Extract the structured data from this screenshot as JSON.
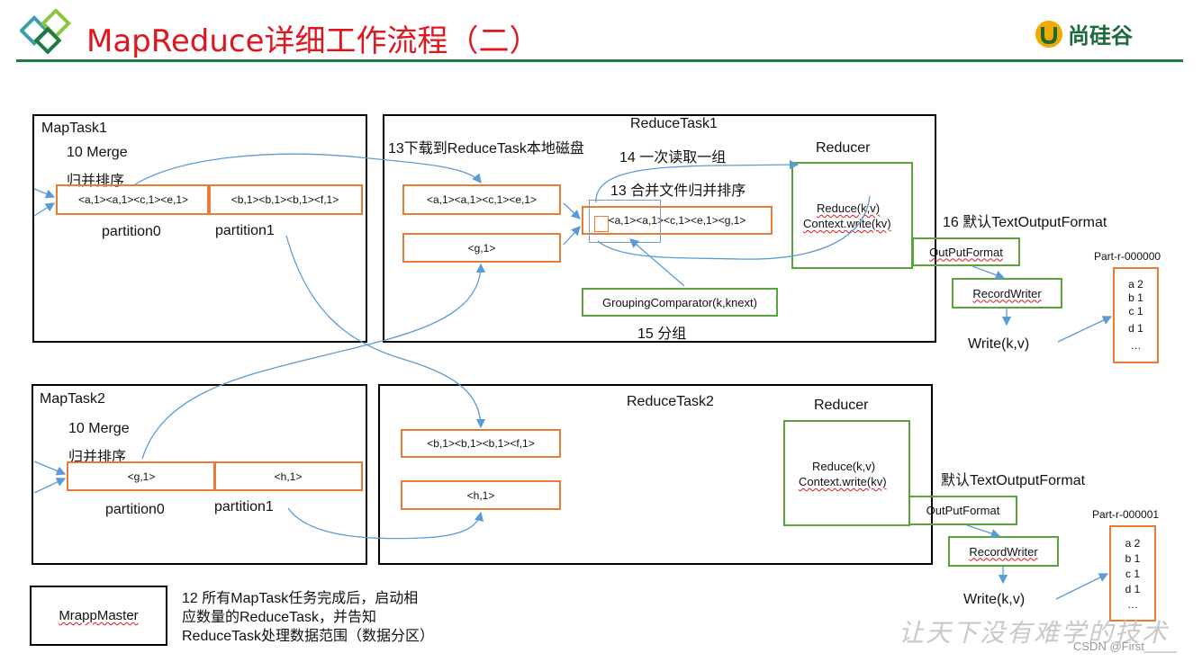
{
  "header": {
    "title": "MapReduce详细工作流程（二）",
    "brand": "尚硅谷",
    "accent_color": "#e0161d",
    "bar_color": "#1f7a45"
  },
  "maptask1": {
    "title": "MapTask1",
    "merge": "10 Merge",
    "sort": "归并排序",
    "part0_data": "<a,1><a,1><c,1><e,1>",
    "part1_data": "<b,1><b,1><b,1><f,1>",
    "part0_label": "partition0",
    "part1_label": "partition1"
  },
  "maptask2": {
    "title": "MapTask2",
    "merge": "10 Merge",
    "sort": "归并排序",
    "part0_data": "<g,1>",
    "part1_data": "<h,1>",
    "part0_label": "partition0",
    "part1_label": "partition1"
  },
  "reducetask1": {
    "title": "ReduceTask1",
    "download": "13下载到ReduceTask本地磁盘",
    "read_group": "14 一次读取一组",
    "merge_sort": "13 合并文件归并排序",
    "box1": "<a,1><a,1><c,1><e,1>",
    "box2": "<g,1>",
    "merged": "<a,1><a,1><c,1><e,1><g,1>",
    "grouping": "GroupingComparator(k,knext)",
    "group_label": "15 分组",
    "reducer_title": "Reducer",
    "reduce_call": "Reduce(k,v)",
    "context_write": "Context.write(kv)",
    "output_default": "16 默认TextOutputFormat",
    "output_format": "OutPutFormat",
    "record_writer": "RecordWriter",
    "write": "Write(k,v)",
    "file_name": "Part-r-000000",
    "file_lines": [
      "a 2",
      "b 1",
      "c 1",
      "d 1",
      "…"
    ]
  },
  "reducetask2": {
    "title": "ReduceTask2",
    "box1": "<b,1><b,1><b,1><f,1>",
    "box2": "<h,1>",
    "reducer_title": "Reducer",
    "reduce_call": "Reduce(k,v)",
    "context_write": "Context.write(kv)",
    "output_default": "默认TextOutputFormat",
    "output_format": "OutPutFormat",
    "record_writer": "RecordWriter",
    "write": "Write(k,v)",
    "file_name": "Part-r-000001",
    "file_lines": [
      "a 2",
      "b 1",
      "c 1",
      "d 1",
      "…"
    ]
  },
  "master": {
    "label": "MrappMaster",
    "note": "12 所有MapTask任务完成后，启动相\n应数量的ReduceTask，并告知\nReduceTask处理数据范围（数据分区）"
  },
  "footer": {
    "watermark": "让天下没有难学的技术",
    "credit": "CSDN @First_____"
  }
}
